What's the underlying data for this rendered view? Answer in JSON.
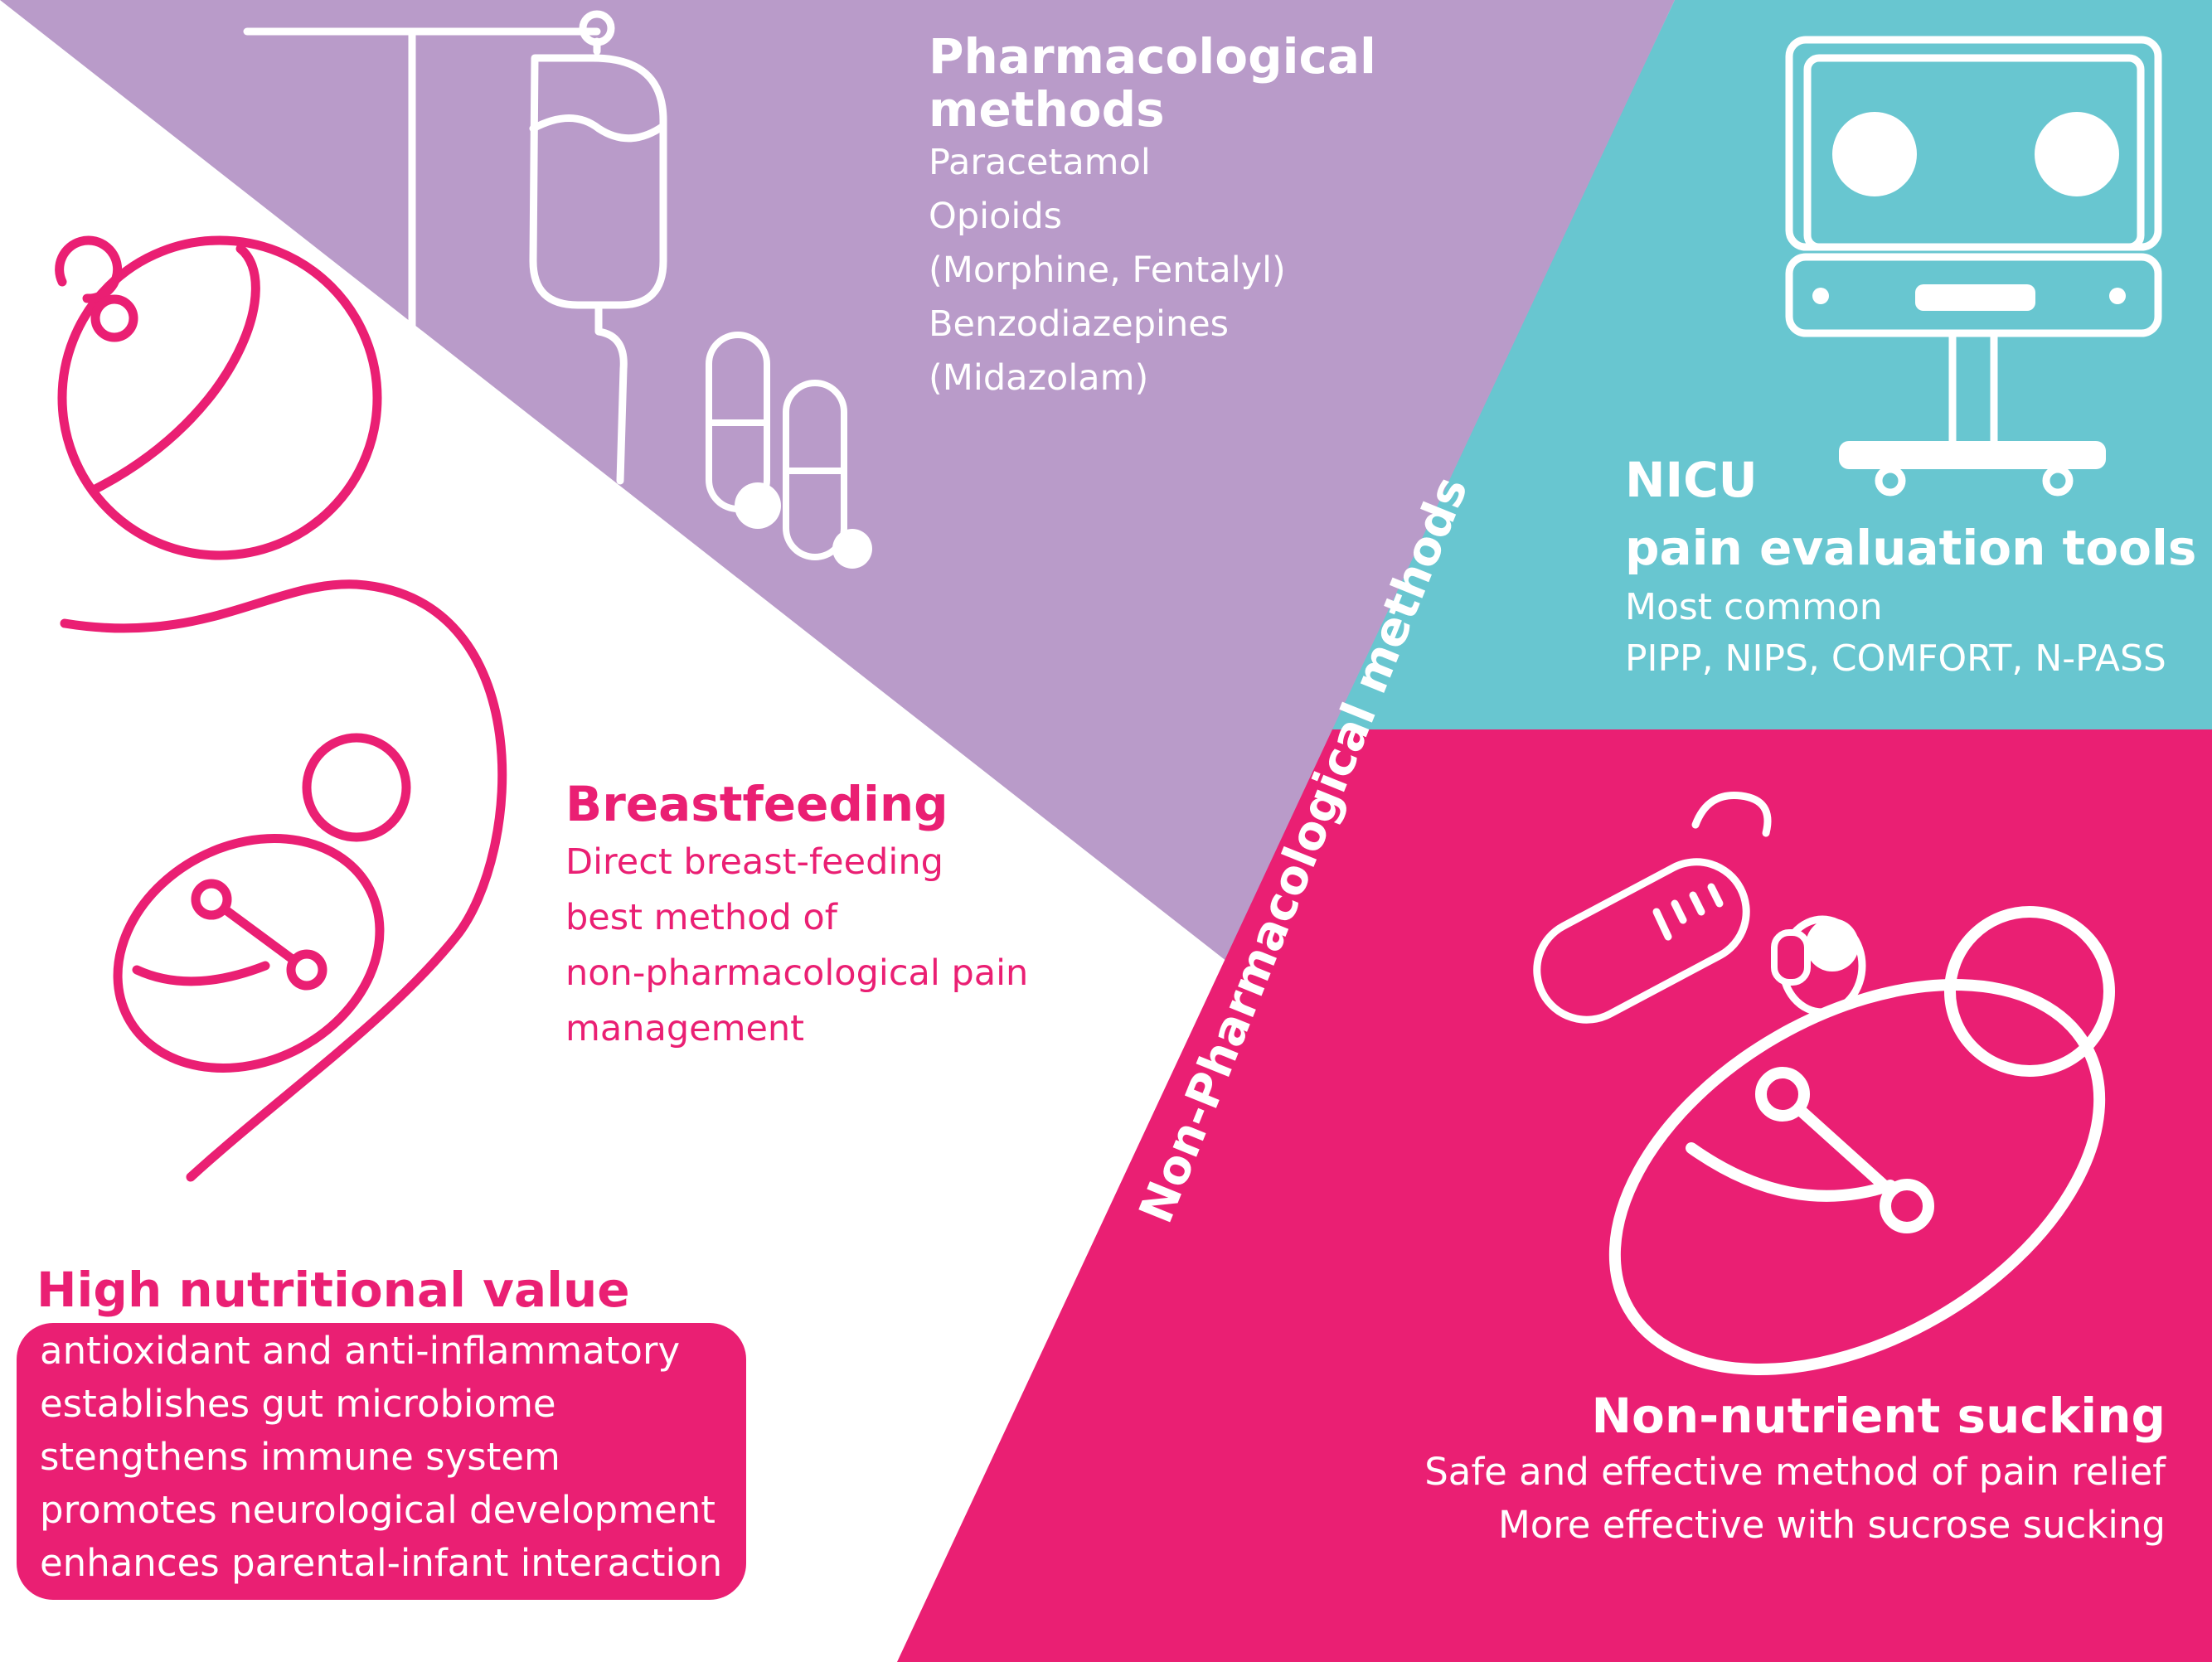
{
  "colors": {
    "purple": "#b99bc9",
    "teal": "#68c6d0",
    "pink": "#ea1f73",
    "white": "#ffffff"
  },
  "pharmacological": {
    "title_line1": "Pharmacological",
    "title_line2": "methods",
    "items": [
      "Paracetamol",
      "Opioids",
      "(Morphine, Fentalyl)",
      "Benzodiazepines",
      "(Midazolam)"
    ]
  },
  "nicu": {
    "title_line1": "NICU",
    "title_line2": "pain evaluation tools",
    "subtitle": "Most common",
    "tools": "PIPP, NIPS, COMFORT, N-PASS"
  },
  "breastfeeding": {
    "title": "Breastfeeding",
    "lines": [
      "Direct breast-feeding",
      "best method of",
      "non-pharmacological pain",
      "management"
    ]
  },
  "nutrition": {
    "title": "High nutritional value",
    "items": [
      "antioxidant and anti-inflammatory",
      "establishes gut microbiome",
      "stengthens immune system",
      "promotes neurological development",
      "enhances parental-infant interaction"
    ]
  },
  "non_pharmacological_label": "Non-Pharmacological methods",
  "sucking": {
    "title": "Non-nutrient sucking",
    "lines": [
      "Safe and effective method of pain relief",
      "More effective with sucrose sucking"
    ]
  },
  "icons": [
    "iv-drip-icon",
    "pills-icon",
    "incubator-icon",
    "baby-bottle-icon",
    "pacifier-icon",
    "swaddled-baby-icon",
    "breastfeeding-mother-icon"
  ]
}
